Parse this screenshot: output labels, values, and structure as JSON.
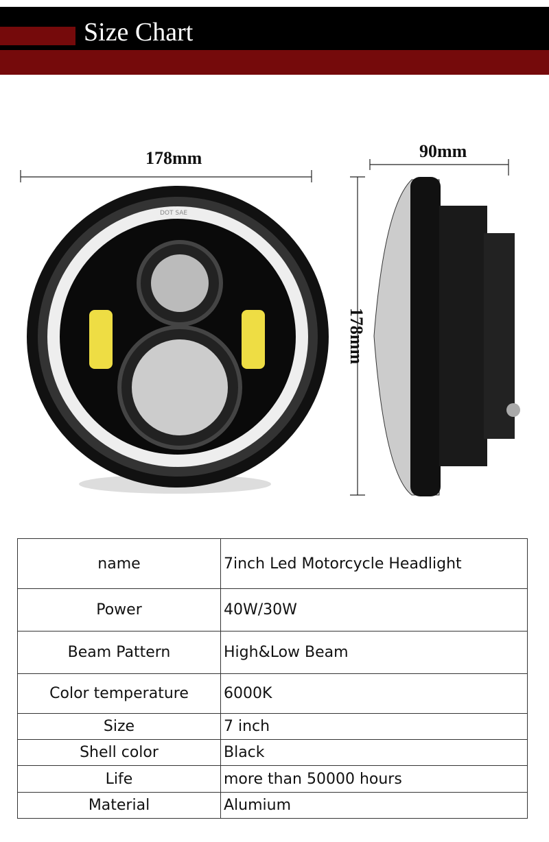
{
  "header": {
    "title": "Size Chart"
  },
  "dimensions": {
    "front_width": "178mm",
    "side_depth": "90mm",
    "height": "178mm"
  },
  "product_marking": "DOT SAE",
  "specs": [
    {
      "key": "name",
      "value": "7inch Led Motorcycle Headlight"
    },
    {
      "key": "Power",
      "value": "40W/30W"
    },
    {
      "key": "Beam Pattern",
      "value": "High&Low Beam"
    },
    {
      "key": "Color temperature",
      "value": "6000K"
    },
    {
      "key": "Size",
      "value": "7 inch"
    },
    {
      "key": "Shell color",
      "value": "Black"
    },
    {
      "key": "Life",
      "value": "more than 50000 hours"
    },
    {
      "key": "Material",
      "value": "Alumium"
    }
  ]
}
